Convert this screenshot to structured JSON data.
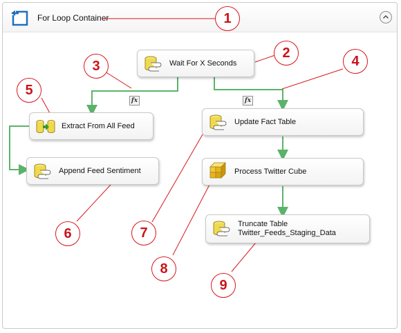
{
  "container": {
    "title": "For Loop Container",
    "icon": "for-loop-container-icon",
    "collapse_icon": "chevron-up-icon"
  },
  "tasks": [
    {
      "id": "wait",
      "label": "Wait For X Seconds",
      "icon": "script-task-icon"
    },
    {
      "id": "extract",
      "label": "Extract From All Feed",
      "icon": "data-flow-task-icon"
    },
    {
      "id": "append",
      "label": "Append Feed Sentiment",
      "icon": "script-task-icon"
    },
    {
      "id": "update",
      "label": "Update Fact Table",
      "icon": "script-task-icon"
    },
    {
      "id": "process",
      "label": "Process Twitter Cube",
      "icon": "analysis-services-processing-icon"
    },
    {
      "id": "truncate",
      "label_line1": "Truncate Table",
      "label_line2": "Twitter_Feeds_Staging_Data",
      "icon": "script-task-icon"
    }
  ],
  "expression_badges": [
    "fx",
    "fx"
  ],
  "callouts": [
    "1",
    "2",
    "3",
    "4",
    "5",
    "6",
    "7",
    "8",
    "9"
  ],
  "colors": {
    "precedence_line": "#5bb36b",
    "callout": "#d7151b",
    "border": "#c8c8c8"
  }
}
